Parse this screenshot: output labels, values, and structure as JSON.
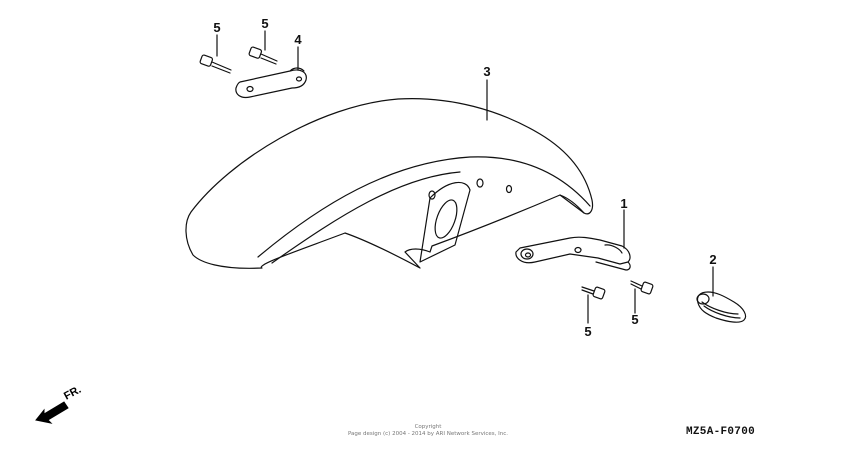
{
  "diagram": {
    "callouts": [
      {
        "id": "c1",
        "number": "1",
        "part": "stay-bracket"
      },
      {
        "id": "c2",
        "number": "2",
        "part": "hose-clamp"
      },
      {
        "id": "c3",
        "number": "3",
        "part": "front-fender"
      },
      {
        "id": "c4",
        "number": "4",
        "part": "fender-stay"
      },
      {
        "id": "c5a",
        "number": "5",
        "part": "bolt"
      },
      {
        "id": "c5b",
        "number": "5",
        "part": "bolt"
      },
      {
        "id": "c5c",
        "number": "5",
        "part": "bolt"
      },
      {
        "id": "c5d",
        "number": "5",
        "part": "bolt"
      }
    ],
    "direction_label": "FR.",
    "diagram_code": "MZ5A-F0700",
    "copyright_line1": "Copyright",
    "copyright_line2": "Page design (c) 2004 - 2014 by ARI Network Services, Inc."
  },
  "colors": {
    "line": "#111111",
    "background": "#ffffff"
  }
}
